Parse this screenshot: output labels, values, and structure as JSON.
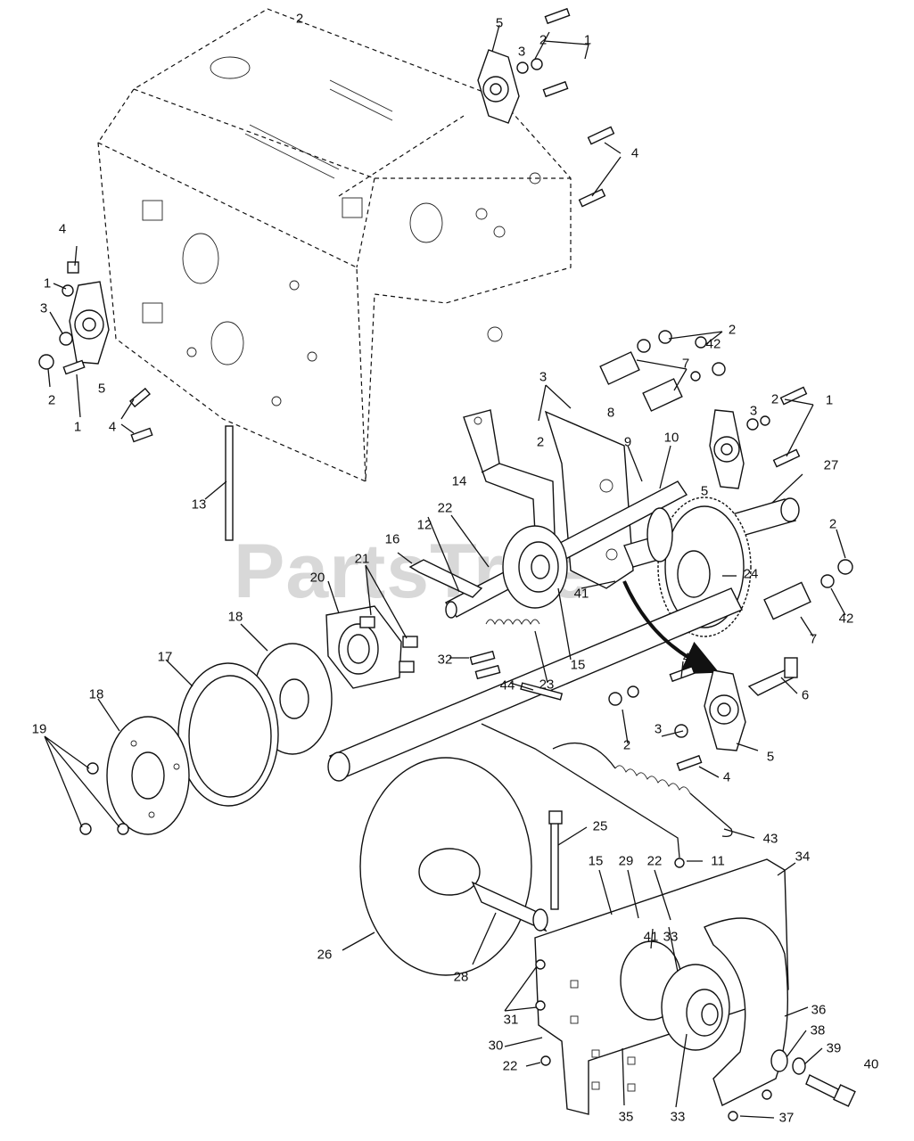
{
  "watermark": "PartsTree",
  "callouts": [
    {
      "id": "c-2-top",
      "text": "2"
    },
    {
      "id": "c-5-top",
      "text": "5"
    },
    {
      "id": "c-3-top",
      "text": "3"
    },
    {
      "id": "c-2b-top",
      "text": "2"
    },
    {
      "id": "c-1-top",
      "text": "1"
    },
    {
      "id": "c-4-top",
      "text": "4"
    },
    {
      "id": "c-4-left",
      "text": "4"
    },
    {
      "id": "c-1-left",
      "text": "1"
    },
    {
      "id": "c-3-left",
      "text": "3"
    },
    {
      "id": "c-2-left",
      "text": "2"
    },
    {
      "id": "c-1-left-b",
      "text": "1"
    },
    {
      "id": "c-5-left",
      "text": "5"
    },
    {
      "id": "c-4-left-b",
      "text": "4"
    },
    {
      "id": "c-13",
      "text": "13"
    },
    {
      "id": "c-2-r1",
      "text": "2"
    },
    {
      "id": "c-42-r1",
      "text": "42"
    },
    {
      "id": "c-7-r1",
      "text": "7"
    },
    {
      "id": "c-3-mid",
      "text": "3"
    },
    {
      "id": "c-8",
      "text": "8"
    },
    {
      "id": "c-2-mid",
      "text": "2"
    },
    {
      "id": "c-9",
      "text": "9"
    },
    {
      "id": "c-10",
      "text": "10"
    },
    {
      "id": "c-1-r2",
      "text": "1"
    },
    {
      "id": "c-3-r2",
      "text": "3"
    },
    {
      "id": "c-2-r2",
      "text": "2"
    },
    {
      "id": "c-5-r2",
      "text": "5"
    },
    {
      "id": "c-27",
      "text": "27"
    },
    {
      "id": "c-14",
      "text": "14"
    },
    {
      "id": "c-22-mid",
      "text": "22"
    },
    {
      "id": "c-12",
      "text": "12"
    },
    {
      "id": "c-16",
      "text": "16"
    },
    {
      "id": "c-21",
      "text": "21"
    },
    {
      "id": "c-20",
      "text": "20"
    },
    {
      "id": "c-41-mid",
      "text": "41"
    },
    {
      "id": "c-24",
      "text": "24"
    },
    {
      "id": "c-2-r3",
      "text": "2"
    },
    {
      "id": "c-42-r3",
      "text": "42"
    },
    {
      "id": "c-7-r3",
      "text": "7"
    },
    {
      "id": "c-18-mid",
      "text": "18"
    },
    {
      "id": "c-17",
      "text": "17"
    },
    {
      "id": "c-32",
      "text": "32"
    },
    {
      "id": "c-23",
      "text": "23"
    },
    {
      "id": "c-15-mid",
      "text": "15"
    },
    {
      "id": "c-4-r4",
      "text": "4"
    },
    {
      "id": "c-6",
      "text": "6"
    },
    {
      "id": "c-3-r4",
      "text": "3"
    },
    {
      "id": "c-2-r4",
      "text": "2"
    },
    {
      "id": "c-5-r4",
      "text": "5"
    },
    {
      "id": "c-4-r4b",
      "text": "4"
    },
    {
      "id": "c-18-left",
      "text": "18"
    },
    {
      "id": "c-19",
      "text": "19"
    },
    {
      "id": "c-44",
      "text": "44"
    },
    {
      "id": "c-43",
      "text": "43"
    },
    {
      "id": "c-25",
      "text": "25"
    },
    {
      "id": "c-11",
      "text": "11"
    },
    {
      "id": "c-15-low",
      "text": "15"
    },
    {
      "id": "c-29",
      "text": "29"
    },
    {
      "id": "c-22-low",
      "text": "22"
    },
    {
      "id": "c-34",
      "text": "34"
    },
    {
      "id": "c-41-low",
      "text": "41"
    },
    {
      "id": "c-33-a",
      "text": "33"
    },
    {
      "id": "c-26",
      "text": "26"
    },
    {
      "id": "c-28",
      "text": "28"
    },
    {
      "id": "c-31",
      "text": "31"
    },
    {
      "id": "c-36",
      "text": "36"
    },
    {
      "id": "c-38",
      "text": "38"
    },
    {
      "id": "c-39",
      "text": "39"
    },
    {
      "id": "c-40",
      "text": "40"
    },
    {
      "id": "c-30",
      "text": "30"
    },
    {
      "id": "c-22-bot",
      "text": "22"
    },
    {
      "id": "c-35",
      "text": "35"
    },
    {
      "id": "c-33-b",
      "text": "33"
    },
    {
      "id": "c-37",
      "text": "37"
    }
  ]
}
